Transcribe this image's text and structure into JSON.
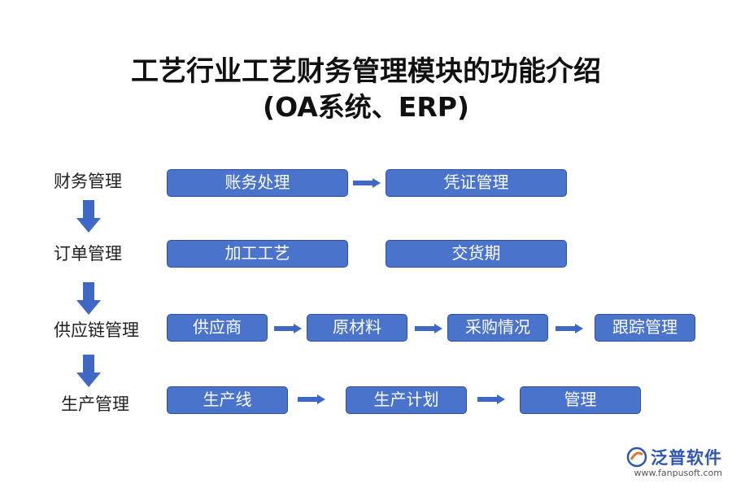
{
  "title": {
    "line1": "工艺行业工艺财务管理模块的功能介绍",
    "line2": "(OA系统、ERP)"
  },
  "rows": [
    {
      "label": "财务管理",
      "boxes": [
        "账务处理",
        "凭证管理"
      ]
    },
    {
      "label": "订单管理",
      "boxes": [
        "加工工艺",
        "交货期"
      ]
    },
    {
      "label": "供应链管理",
      "boxes": [
        "供应商",
        "原材料",
        "采购情况",
        "跟踪管理"
      ]
    },
    {
      "label": "生产管理",
      "boxes": [
        "生产线",
        "生产计划",
        "管理"
      ]
    }
  ],
  "colors": {
    "box_fill": "#4a74cb",
    "box_border": "#2f4f99",
    "arrow": "#3f68c4"
  },
  "watermark": {
    "brand_name": "泛普软件",
    "url": "www.fanpusoft.com"
  }
}
